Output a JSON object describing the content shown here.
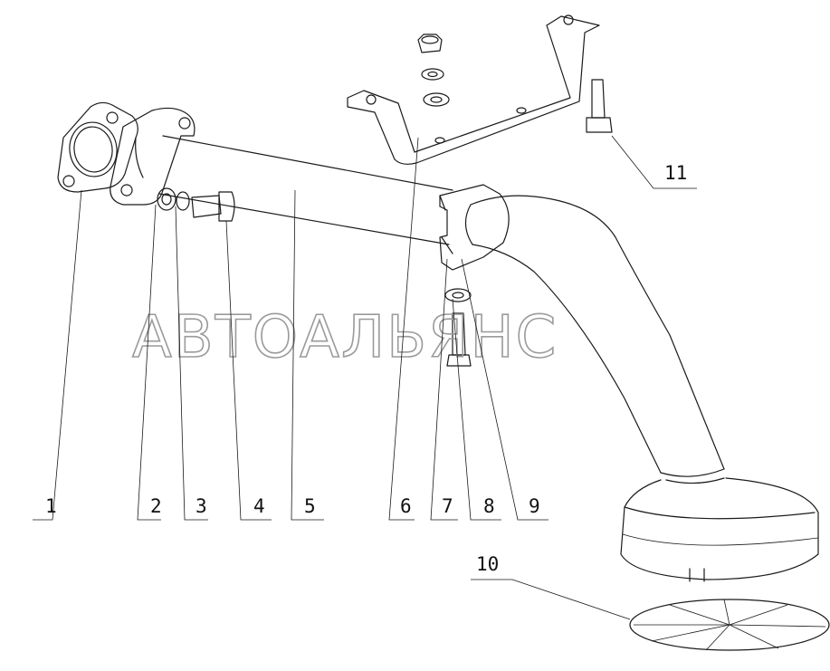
{
  "watermark": "АВТОАЛЬЯНС",
  "callouts": [
    {
      "label": "1",
      "part": "gasket"
    },
    {
      "label": "2",
      "part": "washer"
    },
    {
      "label": "3",
      "part": "lock-washer"
    },
    {
      "label": "4",
      "part": "bolt"
    },
    {
      "label": "5",
      "part": "suction-pipe"
    },
    {
      "label": "6",
      "part": "bracket"
    },
    {
      "label": "7",
      "part": "bolt"
    },
    {
      "label": "8",
      "part": "washer"
    },
    {
      "label": "9",
      "part": "clamp"
    },
    {
      "label": "10",
      "part": "strainer-screen"
    },
    {
      "label": "11",
      "part": "bolt"
    }
  ]
}
